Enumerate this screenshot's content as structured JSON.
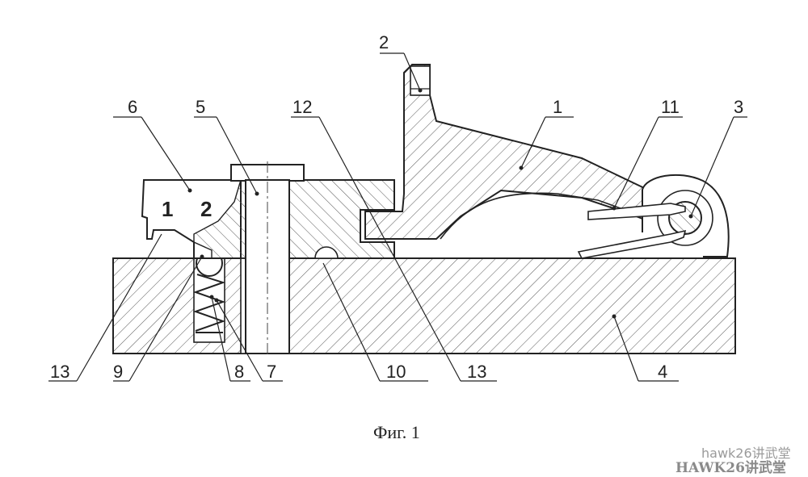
{
  "figure": {
    "caption": "Фиг. 1",
    "part_numbers": {
      "p1": "1",
      "p2": "2",
      "p3": "3",
      "p4": "4",
      "p5": "5",
      "p6": "6",
      "p7": "7",
      "p8": "8",
      "p9": "9",
      "p10": "10",
      "p11": "11",
      "p12": "12",
      "p13_left": "13",
      "p13_right": "13"
    },
    "selector_marks": [
      "1",
      "2"
    ]
  },
  "watermark": {
    "line1": "hawk26讲武堂",
    "line2": "HAWK26讲武堂"
  }
}
